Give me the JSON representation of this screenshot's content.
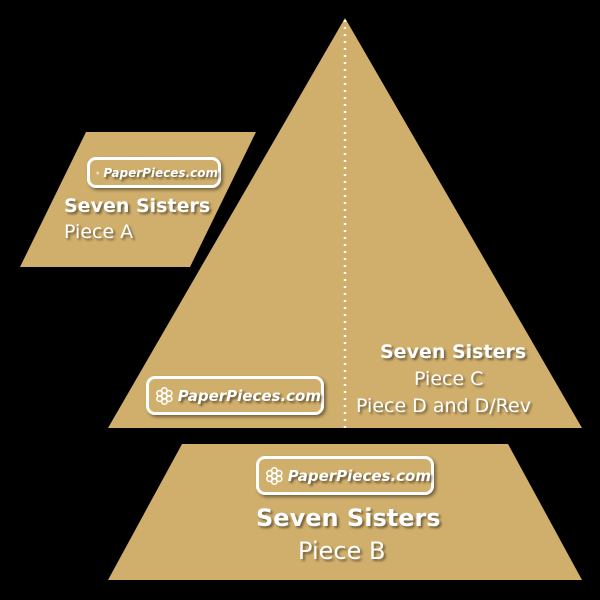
{
  "colors": {
    "background": "#000000",
    "piece": "#d0ae6c",
    "text": "#ffffff"
  },
  "logo_text": "PaperPieces.com",
  "piece_a": {
    "title": "Seven Sisters",
    "subtitle": "Piece A"
  },
  "piece_c": {
    "title": "Seven Sisters",
    "line1": "Piece C",
    "line2": "Piece D and D/Rev"
  },
  "piece_b": {
    "title": "Seven Sisters",
    "subtitle": "Piece B"
  }
}
